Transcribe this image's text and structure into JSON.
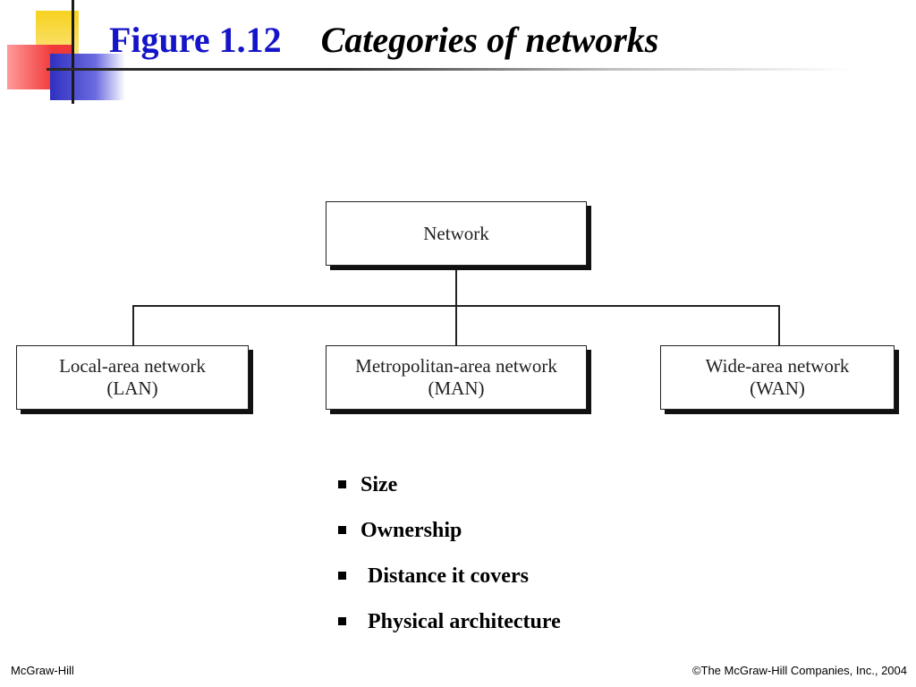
{
  "slide": {
    "title_number": "Figure 1.12",
    "title_text": "Categories of networks"
  },
  "diagram": {
    "root": "Network",
    "children": [
      {
        "line1": "Local-area network",
        "line2": "(LAN)"
      },
      {
        "line1": "Metropolitan-area network",
        "line2": "(MAN)"
      },
      {
        "line1": "Wide-area network",
        "line2": "(WAN)"
      }
    ]
  },
  "bullets": [
    "Size",
    "Ownership",
    "Distance it covers",
    "Physical architecture"
  ],
  "footer": {
    "left": "McGraw-Hill",
    "right": "©The McGraw-Hill Companies, Inc., 2004"
  },
  "colors": {
    "title_accent": "#1414c8"
  }
}
